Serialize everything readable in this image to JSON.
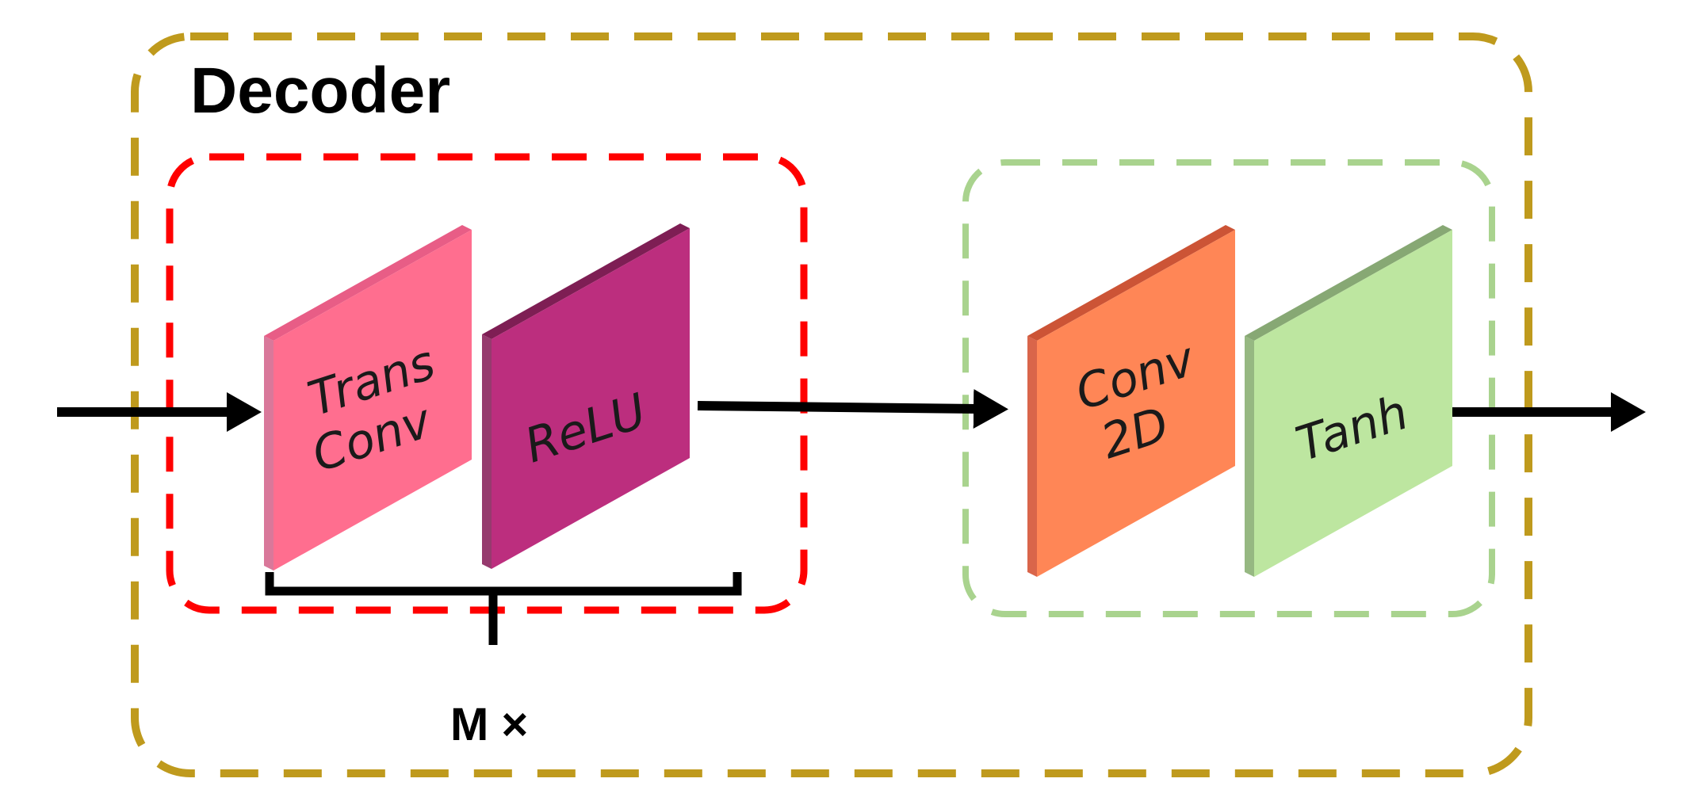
{
  "decoder": {
    "title": "Decoder",
    "border_color": "#BF9A1D"
  },
  "repeat_group": {
    "border_color": "#FF0000",
    "repeat_label": "M ×",
    "layers": [
      {
        "id": "trans-conv",
        "lines": [
          "Trans",
          "Conv"
        ],
        "face": "#FF6E8F",
        "side": "#D9789A",
        "top": "#E85D86"
      },
      {
        "id": "relu",
        "lines": [
          "ReLU"
        ],
        "face": "#BC2E7E",
        "side": "#963A6E",
        "top": "#7E1E54"
      }
    ]
  },
  "output_group": {
    "border_color": "#A9D38E",
    "layers": [
      {
        "id": "conv-2d",
        "lines": [
          "Conv",
          "2D"
        ],
        "face": "#FF8656",
        "side": "#D9654A",
        "top": "#CC5436"
      },
      {
        "id": "tanh",
        "lines": [
          "Tanh"
        ],
        "face": "#BDE6A0",
        "side": "#96B882",
        "top": "#87A874"
      }
    ]
  },
  "arrow_color": "#000000"
}
